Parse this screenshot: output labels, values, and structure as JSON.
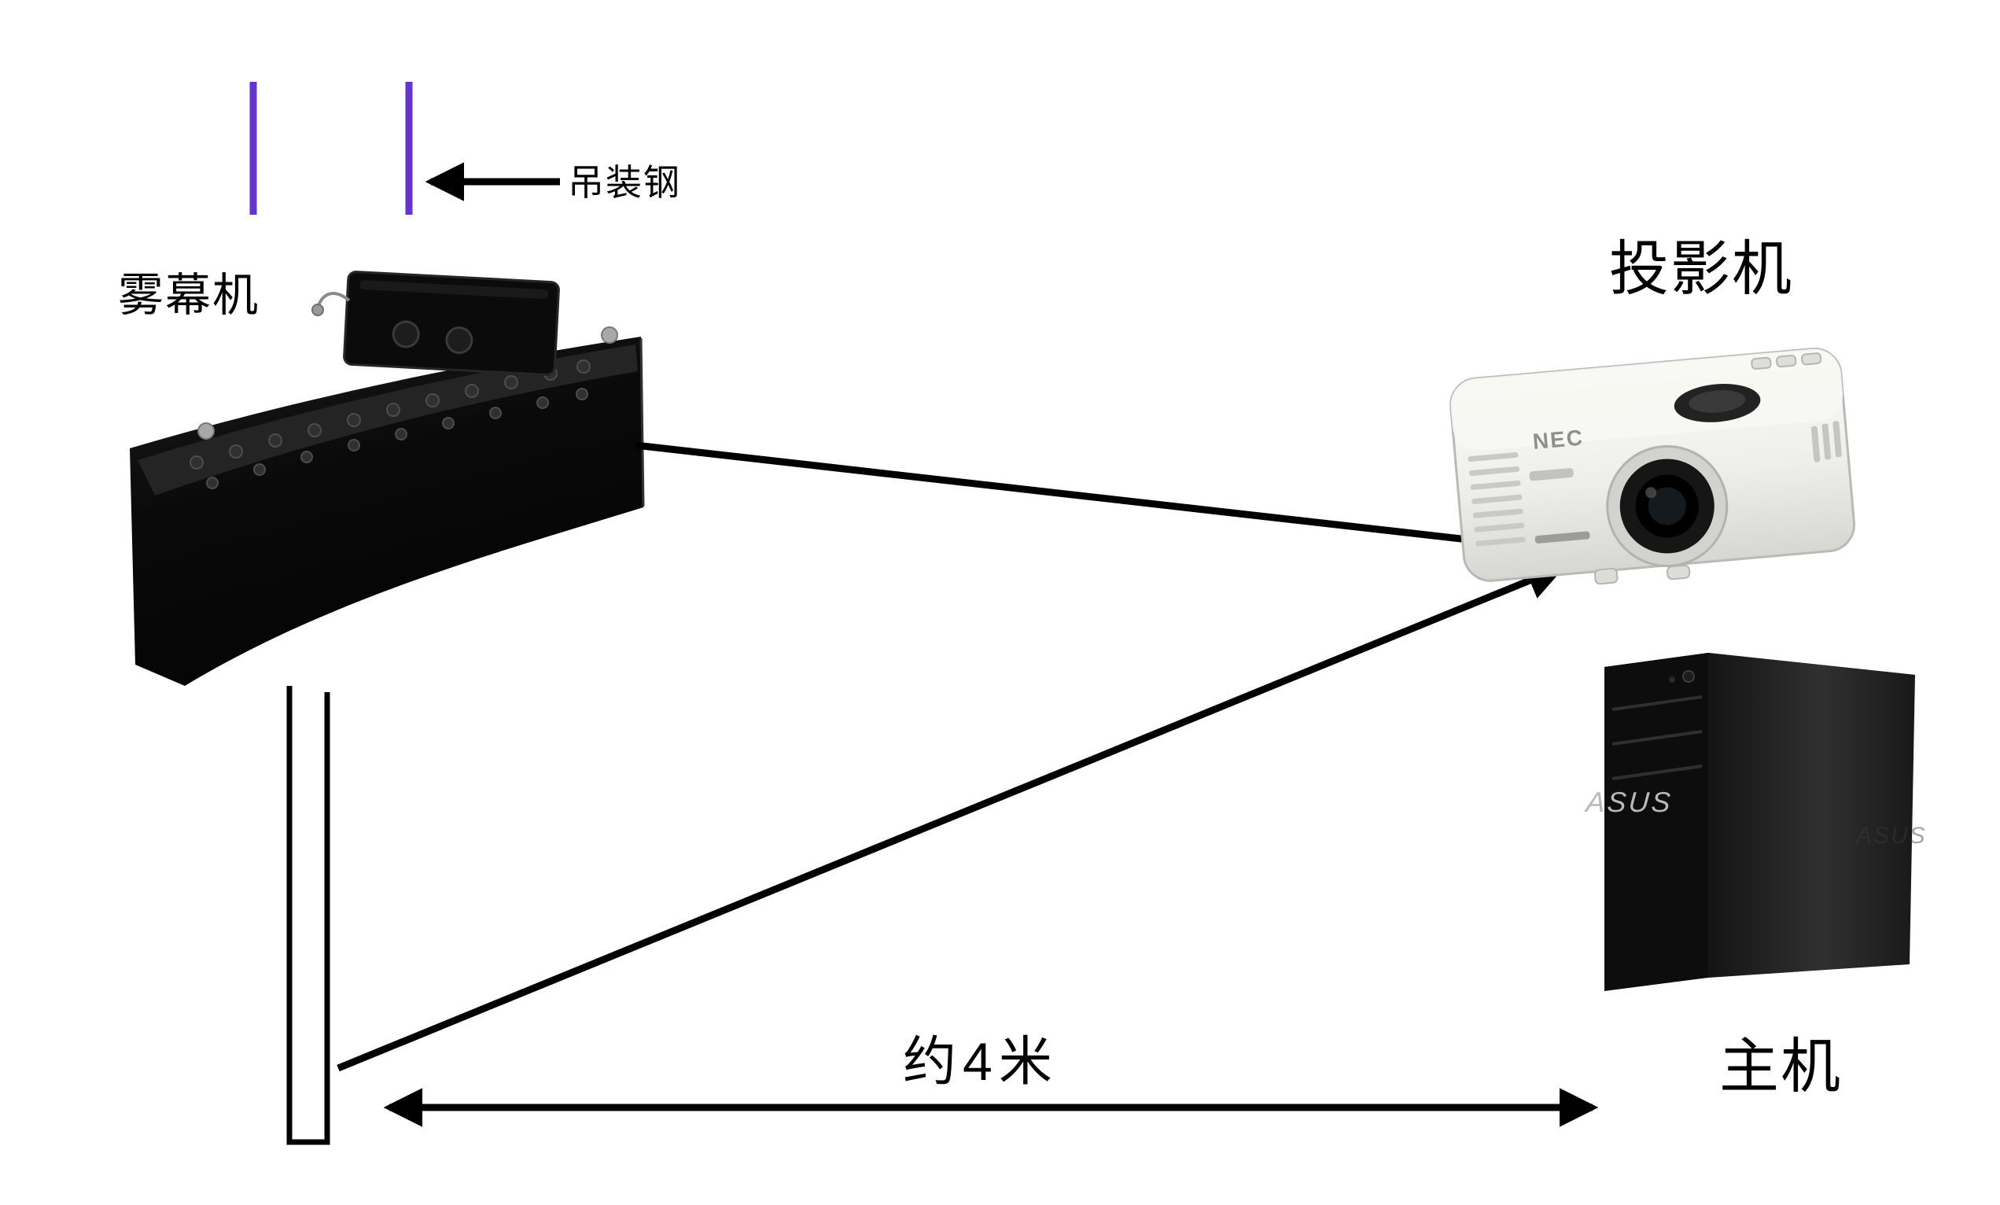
{
  "page": {
    "background": "#ffffff"
  },
  "colors": {
    "steel_cable": "#6633cc",
    "arrow": "#000000",
    "fog_body": "#0a0a0a",
    "projector_body": "#f2f2ee",
    "host_body": "#0d0d0d"
  },
  "labels": {
    "hanging_steel": "吊装钢",
    "fog_machine": "雾幕机",
    "projector": "投影机",
    "host": "主机",
    "distance": "约4米"
  },
  "brands": {
    "projector": "NEC",
    "host": "ASUS"
  }
}
